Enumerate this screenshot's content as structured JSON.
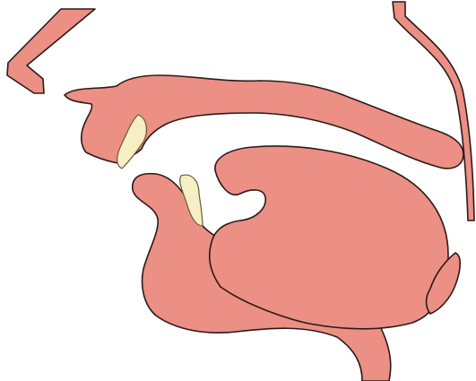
{
  "diagram": {
    "kind": "sagittal-mouth-cross-section",
    "colors": {
      "background": "#ffffff",
      "tissue_fill": "#ec8f85",
      "tissue_stroke": "#2b1a18",
      "tooth_fill": "#f5efc3",
      "tooth_stroke": "#6b5a3a"
    },
    "parts": [
      "nose",
      "upper-lip",
      "upper-teeth",
      "hard-and-soft-palate",
      "pharynx-back-wall",
      "lower-lip-and-jaw",
      "lower-teeth",
      "tongue",
      "epiglottis"
    ]
  }
}
